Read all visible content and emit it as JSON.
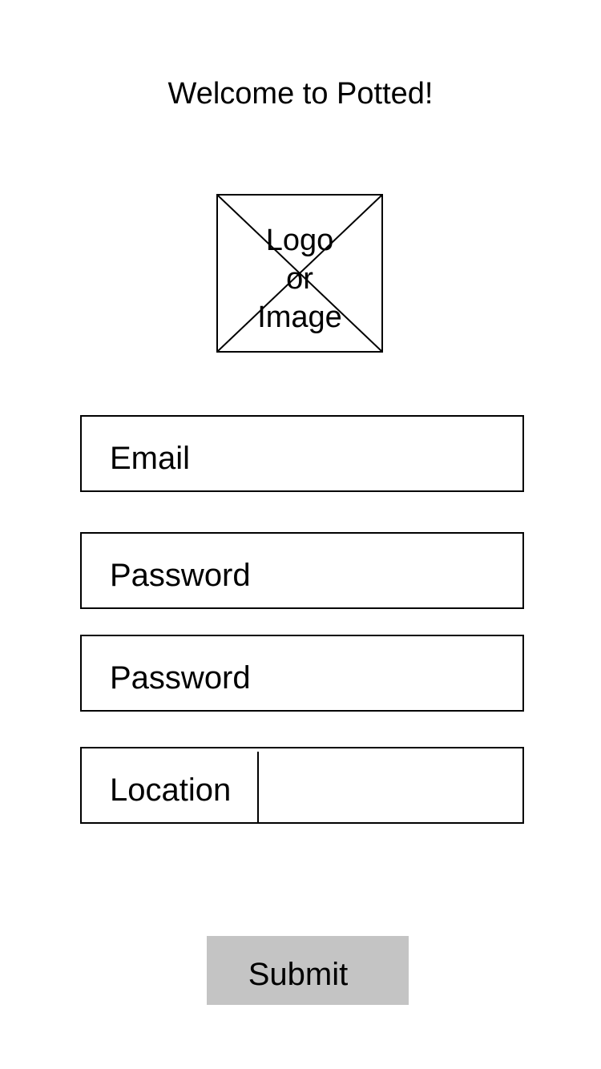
{
  "header": {
    "title": "Welcome to Potted!"
  },
  "logo": {
    "placeholder_text": "Logo\nor\nImage",
    "icon": "image-placeholder-icon"
  },
  "form": {
    "email": {
      "label": "Email",
      "value": ""
    },
    "password": {
      "label": "Password",
      "value": ""
    },
    "confirm_password": {
      "label": "Password",
      "value": ""
    },
    "location": {
      "label": "Location",
      "value": ""
    },
    "submit_label": "Submit"
  },
  "colors": {
    "background": "#ffffff",
    "border": "#000000",
    "submit_background": "#c4c4c4"
  }
}
